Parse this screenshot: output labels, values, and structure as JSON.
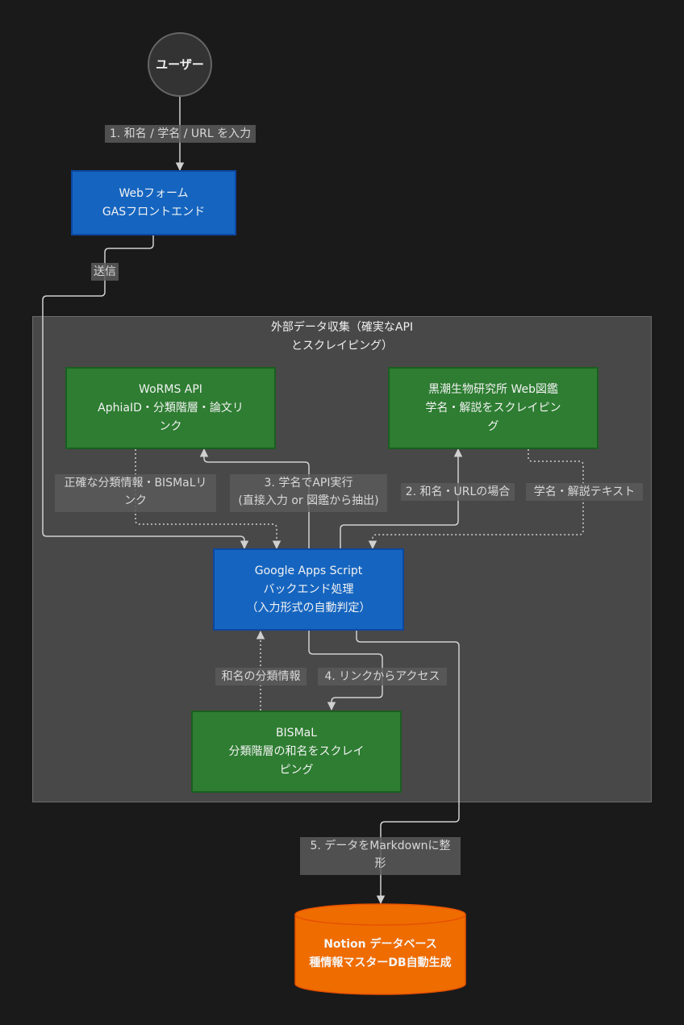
{
  "diagram": {
    "type": "flowchart",
    "colors": {
      "background": "#1a1a1a",
      "frontend_blue": "#1565c0",
      "external_green": "#2e7d32",
      "database_orange": "#ef6c00",
      "user_circle": "#333333",
      "cluster_fill": "#484848",
      "edge": "#cfcfcf"
    },
    "nodes": {
      "user": {
        "label": "ユーザー"
      },
      "webform": {
        "lines": [
          "Webフォーム",
          "GASフロントエンド"
        ]
      },
      "gas": {
        "lines": [
          "Google Apps Script",
          "バックエンド処理",
          "（入力形式の自動判定）"
        ]
      },
      "worms": {
        "lines": [
          "WoRMS API",
          "AphiaID・分類階層・論文リ",
          "ンク"
        ]
      },
      "kuroshio": {
        "lines": [
          "黒潮生物研究所 Web図鑑",
          "学名・解説をスクレイピン",
          "グ"
        ]
      },
      "bismal": {
        "lines": [
          "BISMaL",
          "分類階層の和名をスクレイ",
          "ピング"
        ]
      },
      "notion": {
        "lines": [
          "Notion データベース",
          "種情報マスターDB自動生成"
        ]
      }
    },
    "cluster": {
      "title_lines": [
        "外部データ収集（確実なAPI",
        "とスクレイピング）"
      ]
    },
    "edges": [
      {
        "from": "user",
        "to": "webform",
        "style": "solid",
        "label_lines": [
          "1. 和名 / 学名 / URL を入力"
        ]
      },
      {
        "from": "webform",
        "to": "gas",
        "style": "solid",
        "label_lines": [
          "送信"
        ]
      },
      {
        "from": "gas",
        "to": "kuroshio",
        "style": "solid",
        "label_lines": [
          "2. 和名・URLの場合"
        ]
      },
      {
        "from": "kuroshio",
        "to": "gas",
        "style": "dotted",
        "label_lines": [
          "学名・解説テキスト"
        ]
      },
      {
        "from": "gas",
        "to": "worms",
        "style": "solid",
        "label_lines": [
          "3. 学名でAPI実行",
          "(直接入力 or 図鑑から抽出)"
        ]
      },
      {
        "from": "worms",
        "to": "gas",
        "style": "dotted",
        "label_lines": [
          "正確な分類情報・BISMaLリ",
          "ンク"
        ]
      },
      {
        "from": "gas",
        "to": "bismal",
        "style": "solid",
        "label_lines": [
          "4. リンクからアクセス"
        ]
      },
      {
        "from": "bismal",
        "to": "gas",
        "style": "dotted",
        "label_lines": [
          "和名の分類情報"
        ]
      },
      {
        "from": "gas",
        "to": "notion",
        "style": "solid",
        "label_lines": [
          "5. データをMarkdownに整",
          "形"
        ]
      }
    ]
  }
}
